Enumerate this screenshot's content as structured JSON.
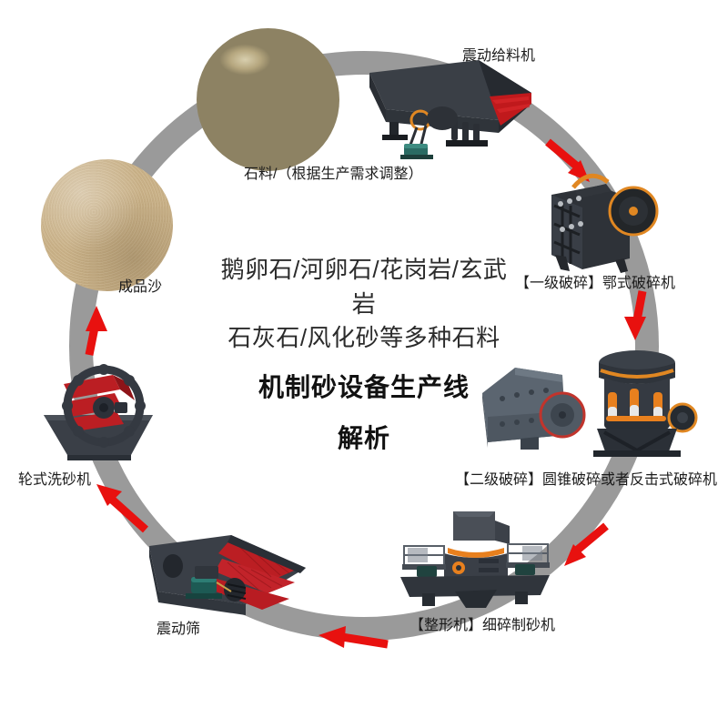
{
  "diagram": {
    "type": "circular-process-flow",
    "ring_color": "#9a9a9a",
    "arrow_color": "#e8110f",
    "center": {
      "subtitle_line1": "鹅卵石/河卵石/花岗岩/玄武岩",
      "subtitle_line2": "石灰石/风化砂等多种石料",
      "title_line1": "机制砂设备生产线",
      "title_line2": "解析"
    },
    "nodes": [
      {
        "id": "raw-material",
        "label": "石料/（根据生产需求调整）",
        "image": "cobblestones-photo",
        "step": 1
      },
      {
        "id": "vibrating-feeder",
        "label": "震动给料机",
        "image": "vibrating-feeder-machine",
        "step": 2
      },
      {
        "id": "jaw-crusher",
        "label": "【一级破碎】鄂式破碎机",
        "image": "jaw-crusher-machine",
        "step": 3
      },
      {
        "id": "secondary-crusher",
        "label": "【二级破碎】圆锥破碎或者反击式破碎机",
        "image": "cone-and-impact-crusher-machines",
        "step": 4
      },
      {
        "id": "sand-maker",
        "label": "【整形机】细碎制砂机",
        "image": "vsi-sand-maker-machine",
        "step": 5
      },
      {
        "id": "vibrating-screen",
        "label": "震动筛",
        "image": "vibrating-screen-machine",
        "step": 6
      },
      {
        "id": "sand-washer",
        "label": "轮式洗砂机",
        "image": "wheel-sand-washer-machine",
        "step": 7
      },
      {
        "id": "finished-sand",
        "label": "成品沙",
        "image": "finished-sand-photo",
        "step": 8
      }
    ],
    "arrows": [
      {
        "id": "arrow-feeder-to-jaw",
        "direction": "down-right"
      },
      {
        "id": "arrow-jaw-to-cone",
        "direction": "down"
      },
      {
        "id": "arrow-cone-to-sandmaker",
        "direction": "down-left"
      },
      {
        "id": "arrow-sandmaker-to-screen",
        "direction": "left"
      },
      {
        "id": "arrow-screen-to-washer",
        "direction": "up-left"
      },
      {
        "id": "arrow-washer-to-sand",
        "direction": "up"
      }
    ]
  }
}
